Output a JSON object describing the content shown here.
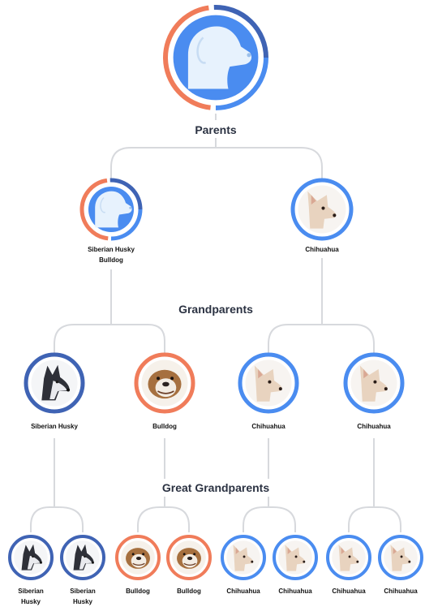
{
  "generations": {
    "parents": "Parents",
    "grandparents": "Grandparents",
    "great_grandparents": "Great Grandparents"
  },
  "colors": {
    "line": "#d7d9dd",
    "blue": "#4a8cf0",
    "navy": "#3f63b4",
    "orange": "#f07c5a",
    "placeholder_bg": "#e7f2fd"
  },
  "subject": {
    "icon": "dog-silhouette-icon",
    "composition": [
      "blue",
      "navy",
      "orange"
    ]
  },
  "parents": [
    {
      "label_lines": [
        "Siberian Husky",
        "Bulldog"
      ],
      "icon": "dog-silhouette-icon",
      "ring": "mixed"
    },
    {
      "label_lines": [
        "Chihuahua"
      ],
      "icon": "chihuahua-photo-icon",
      "ring": "blue"
    }
  ],
  "grandparents": [
    {
      "label": "Siberian Husky",
      "icon": "husky-photo-icon",
      "ring": "navy"
    },
    {
      "label": "Bulldog",
      "icon": "bulldog-photo-icon",
      "ring": "orange"
    },
    {
      "label": "Chihuahua",
      "icon": "chihuahua-photo-icon",
      "ring": "blue"
    },
    {
      "label": "Chihuahua",
      "icon": "chihuahua-photo-icon",
      "ring": "blue"
    }
  ],
  "great_grandparents": [
    {
      "label_lines": [
        "Siberian",
        "Husky"
      ],
      "icon": "husky-photo-icon",
      "ring": "navy"
    },
    {
      "label_lines": [
        "Siberian",
        "Husky"
      ],
      "icon": "husky-photo-icon",
      "ring": "navy"
    },
    {
      "label_lines": [
        "Bulldog"
      ],
      "icon": "bulldog-photo-icon",
      "ring": "orange"
    },
    {
      "label_lines": [
        "Bulldog"
      ],
      "icon": "bulldog-photo-icon",
      "ring": "orange"
    },
    {
      "label_lines": [
        "Chihuahua"
      ],
      "icon": "chihuahua-photo-icon",
      "ring": "blue"
    },
    {
      "label_lines": [
        "Chihuahua"
      ],
      "icon": "chihuahua-photo-icon",
      "ring": "blue"
    },
    {
      "label_lines": [
        "Chihuahua"
      ],
      "icon": "chihuahua-photo-icon",
      "ring": "blue"
    },
    {
      "label_lines": [
        "Chihuahua"
      ],
      "icon": "chihuahua-photo-icon",
      "ring": "blue"
    }
  ]
}
